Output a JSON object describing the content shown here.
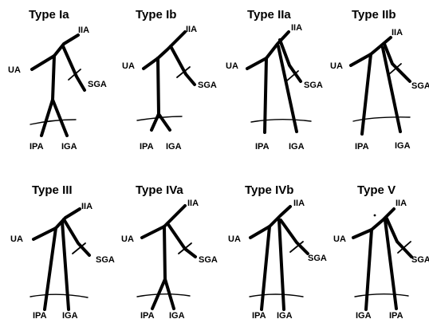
{
  "labels": {
    "iia": "IIA",
    "ua": "UA",
    "sga": "SGA",
    "ipa": "IPA",
    "iga": "IGA"
  },
  "panels": [
    {
      "id": "type-ia",
      "title": "Type Ia",
      "bottom_left": "IPA",
      "bottom_right": "IGA"
    },
    {
      "id": "type-ib",
      "title": "Type Ib",
      "bottom_left": "IPA",
      "bottom_right": "IGA"
    },
    {
      "id": "type-iia",
      "title": "Type IIa",
      "bottom_left": "IPA",
      "bottom_right": "IGA"
    },
    {
      "id": "type-iib",
      "title": "Type IIb",
      "bottom_left": "IPA",
      "bottom_right": "IGA"
    },
    {
      "id": "type-iii",
      "title": "Type III",
      "bottom_left": "IPA",
      "bottom_right": "IGA"
    },
    {
      "id": "type-iva",
      "title": "Type IVa",
      "bottom_left": "IPA",
      "bottom_right": "IGA"
    },
    {
      "id": "type-ivb",
      "title": "Type IVb",
      "bottom_left": "IPA",
      "bottom_right": "IGA"
    },
    {
      "id": "type-v",
      "title": "Type V",
      "bottom_left": "IGA",
      "bottom_right": "IPA"
    }
  ]
}
